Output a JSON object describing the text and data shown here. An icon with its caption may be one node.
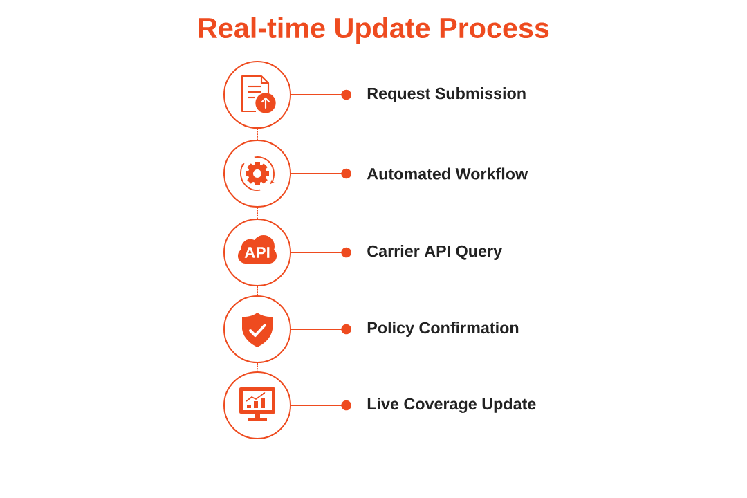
{
  "diagram": {
    "title": "Real-time Update Process",
    "nodes": [
      {
        "text": [],
        "shape": "circle"
      },
      {
        "text": [
          "Request Submission"
        ]
      },
      {
        "text": [],
        "shape": "circle"
      },
      {
        "text": [
          "Automated Workflow"
        ]
      },
      {
        "text": [
          "API"
        ]
      },
      {
        "text": [
          "Carrier API Query"
        ]
      },
      {
        "text": [],
        "shape": "circle"
      },
      {
        "text": [
          "Policy Confirmation"
        ]
      },
      {
        "text": [],
        "shape": "circle"
      },
      {
        "text": [
          "Live Coverage Update"
        ]
      }
    ],
    "edges": [
      {
        "from": 0,
        "to": 1,
        "arrow": "other"
      },
      {
        "from": 2,
        "to": 3,
        "arrow": "other"
      },
      {
        "from": 4,
        "to": 5,
        "arrow": "other"
      },
      {
        "from": 6,
        "to": 7,
        "arrow": "other"
      },
      {
        "from": 8,
        "to": 9,
        "arrow": "other"
      },
      {
        "from": 0,
        "to": 2,
        "arrow": "none",
        "style": "dashed"
      },
      {
        "from": 2,
        "to": 4,
        "arrow": "none",
        "style": "dashed"
      },
      {
        "from": 4,
        "to": 6,
        "arrow": "none",
        "style": "dashed"
      },
      {
        "from": 6,
        "to": 8,
        "arrow": "none",
        "style": "dashed"
      }
    ]
  }
}
